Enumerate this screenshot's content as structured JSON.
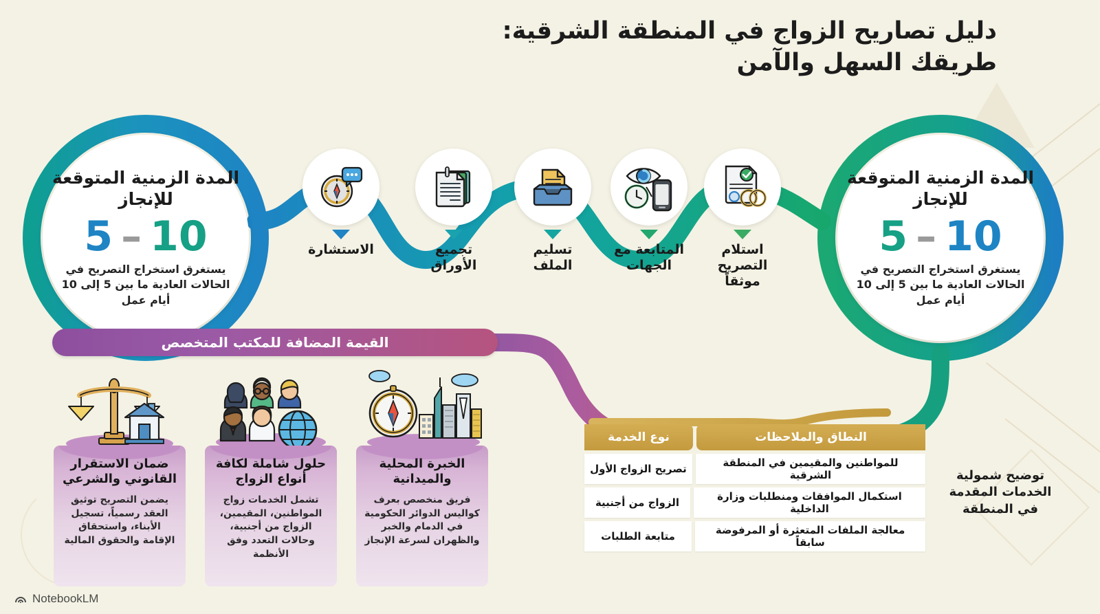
{
  "page": {
    "background_color": "#f4f2e4",
    "title_line1": "دليل تصاريح الزواج في المنطقة الشرقية:",
    "title_line2": "طريقك السهل والآمن"
  },
  "colors": {
    "blue": "#1e84c4",
    "teal": "#1aa3ae",
    "green": "#16a085",
    "green2": "#3aab63",
    "purple": "#8d4f9e",
    "magenta": "#b6547f",
    "gold": "#c49a3e",
    "card_purple": "#c390c6"
  },
  "circle_left": {
    "heading": "المدة الزمنية المتوقعة للإنجاز",
    "number_start": "5",
    "dash": "–",
    "number_end": "10",
    "number_start_color": "#1e84c4",
    "number_end_color": "#16a085",
    "subtext": "يستغرق استخراج التصريح في الحالات العادية ما بين 5 إلى 10 أيام عمل"
  },
  "circle_right": {
    "heading": "المدة الزمنية المتوقعة للإنجاز",
    "number_start": "5",
    "dash": "–",
    "number_end": "10",
    "number_start_color": "#16a085",
    "number_end_color": "#1e84c4",
    "subtext": "يستغرق استخراج التصريح في الحالات العادية ما بين 5 إلى 10 أيام عمل"
  },
  "steps": [
    {
      "label": "الاستشارة",
      "icon": "compass-chat-icon",
      "color": "#1e84c4"
    },
    {
      "label": "تجميع الأوراق",
      "icon": "documents-stack-icon",
      "color": "#1aa3ae"
    },
    {
      "label": "تسليم الملف",
      "icon": "inbox-tray-icon",
      "color": "#14a5a0"
    },
    {
      "label": "المتابعة مع الجهات",
      "icon": "eye-clock-phone-icon",
      "color": "#22a86f"
    },
    {
      "label": "استلام التصريح موثقاً",
      "icon": "certificate-rings-icon",
      "color": "#3aab63"
    }
  ],
  "value_banner": {
    "label": "القيمة المضافة للمكتب المتخصص"
  },
  "value_cards": [
    {
      "title": "ضمان الاستقرار القانوني والشرعي",
      "body": "يضمن التصريح توثيق العقد رسمياً، تسجيل الأبناء، واستحقاق الإقامة والحقوق المالية",
      "icon": "scales-house-icon"
    },
    {
      "title": "حلول شاملة لكافة أنواع الزواج",
      "body": "تشمل الخدمات زواج المواطنين، المقيمين، الزواج من أجنبية، وحالات التعدد وفق الأنظمة",
      "icon": "people-globe-icon"
    },
    {
      "title": "الخبرة المحلية والميدانية",
      "body": "فريق منخصص بعرف كواليس الدوائر الحكومية في الدمام والخبر والظهران لسرعة الإنجاز",
      "icon": "compass-skyline-icon"
    }
  ],
  "service_table": {
    "headers": {
      "notes": "النطاق والملاحظات",
      "type": "نوع الخدمة"
    },
    "rows": [
      {
        "type": "تصريح الزواج الأول",
        "notes": "للمواطنين والمقيمين في المنطقة الشرقية"
      },
      {
        "type": "الزواج من أجنبية",
        "notes": "استكمال الموافقات ومنطلبات وزارة الداخلية"
      },
      {
        "type": "متابعة الطلبات",
        "notes": "معالجة الملفات المتعثرة أو المرفوضة سابقاً"
      }
    ],
    "caption": "توضيح شمولية الخدمات المقدمة في المنطقة"
  },
  "watermark": {
    "label": "NotebookLM"
  }
}
